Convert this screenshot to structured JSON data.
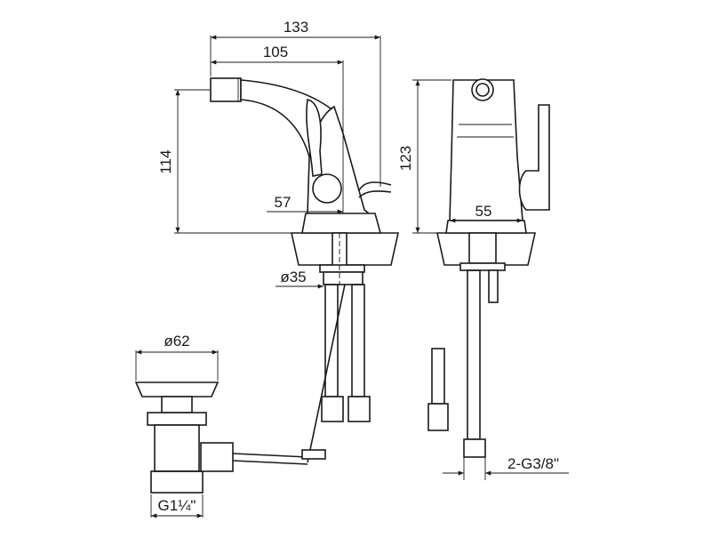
{
  "dimensions": {
    "overall_length": "133",
    "spout_reach": "105",
    "spout_height": "114",
    "base_offset": "57",
    "shank_diameter": "ø35",
    "total_height": "123",
    "body_width": "55",
    "waste_diameter": "ø62",
    "waste_thread": "G1¼\"",
    "supply_thread": "2-G3/8\""
  }
}
